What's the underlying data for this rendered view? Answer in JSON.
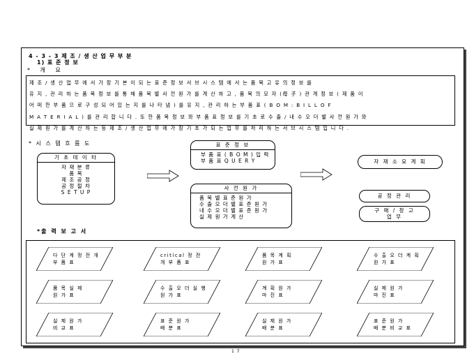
{
  "header": {
    "section_title": "4 - 3 - 3  제 조 / 생 산 업 무 부 분",
    "subsection": "1) 표 준 정 보",
    "overview_label": "* 개       요"
  },
  "overview": {
    "lines": [
      "제 조 / 생 산 업 무 에 서  가 장  기 본 이  되 는  표 준 정 보  서 브 시 스 템 에 서 는  품 목  고 유 의  정 보 를",
      "유 지 , 관 리 하 는  품 목 정 보 를  통 해  품 목 별  사 전 원 가 를  계 산 하 고 , 품 목 의 모 자 (母 子 ) 관 계  정 보 ( 제 품 이",
      "어 떠 한  부 품 으 로  구 성 되 어  있 는 지 를  나 타 냄 ) 를  유 지 , 관 리 하 는  부 품 표 ( B O M : B I L L  O F",
      "M A T E R I A L ) 를  관 리 합 니 다 . 또 한  품 목 정 보 와  부 품 표 정 보 를  기 초 로  수 출 / 내 수 오 더 별  사 전 원 가 와",
      "실 제 원 가 를  계 산 하 는  등  제 조 / 생 산 업 무 에  가 장  기 초 가  되 는  업 무 를  처 리 하 는  서 브 시 스 템 입 니 다 ."
    ]
  },
  "flow": {
    "label": "* 시 스 템 흐 름 도",
    "base_data": {
      "title": "기 초 데 이 타",
      "items": [
        "자 재 분 류",
        "품 목",
        "제 조 공 정",
        "공 정 절 차",
        "S E T  U P"
      ]
    },
    "standard_info": {
      "title": "표 준 정 보",
      "items": [
        "부 품 표 ( B O M ) 입 력",
        "부 품 표  Q U E R Y"
      ]
    },
    "pre_cost": {
      "title": "사 전 원 가",
      "items": [
        "품 목 별 표 준 원 가",
        "수 출 오 더 별 표 준 원 가",
        "내 수 오 더 별 표 준 원 가",
        "실 제 원 가 계 산"
      ]
    },
    "material_req": "자 재 소 요 계 획",
    "process_mgmt": "공 정 관 리",
    "purchase": [
      "구 매 / 창 고",
      "업 무"
    ]
  },
  "reports": {
    "label": "*출 력  보 고 서",
    "items": [
      [
        "다 단 계 정 전 개",
        "부 품 표"
      ],
      [
        "critical 정 전",
        "개  부 품 표"
      ],
      [
        "품 목 계 획",
        "원 가 표"
      ],
      [
        "수 출 오 더 계 획",
        "원 가 표"
      ],
      [
        "품 목 실 제",
        "원 가 표"
      ],
      [
        "수 출 오 더 실 행",
        "원 가 표"
      ],
      [
        "계 획 원 가",
        "마 진 표"
      ],
      [
        "실 제 원 가",
        "마 진 표"
      ],
      [
        "실 제 원 가",
        "비 교 표"
      ],
      [
        "표 준 원 가",
        "배 분 표"
      ],
      [
        "실 제 원 가",
        "배 분 표"
      ],
      [
        "표 준 원 가",
        "배 분 비 교 표"
      ]
    ]
  },
  "page_number": "1 7"
}
